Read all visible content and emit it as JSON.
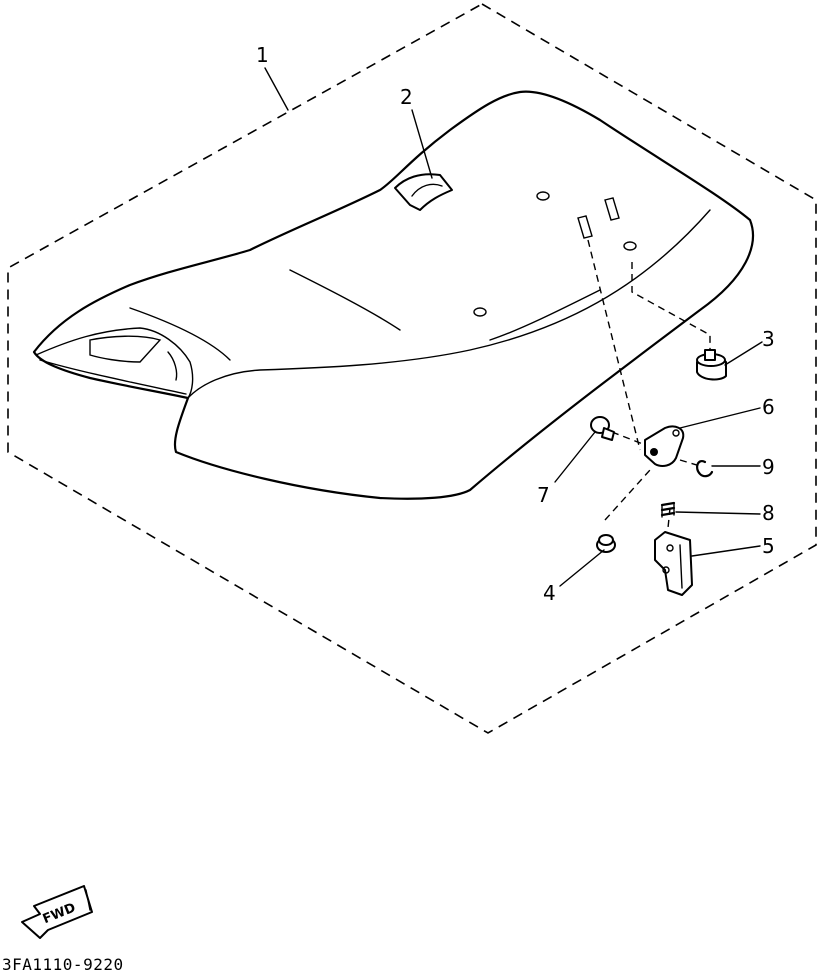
{
  "diagram": {
    "part_code": "3FA1110-9220",
    "fwd_label": "FWD",
    "callouts": [
      {
        "id": "1",
        "label": "1"
      },
      {
        "id": "2",
        "label": "2"
      },
      {
        "id": "3",
        "label": "3"
      },
      {
        "id": "4",
        "label": "4"
      },
      {
        "id": "5",
        "label": "5"
      },
      {
        "id": "6",
        "label": "6"
      },
      {
        "id": "7",
        "label": "7"
      },
      {
        "id": "8",
        "label": "8"
      },
      {
        "id": "9",
        "label": "9"
      }
    ]
  }
}
